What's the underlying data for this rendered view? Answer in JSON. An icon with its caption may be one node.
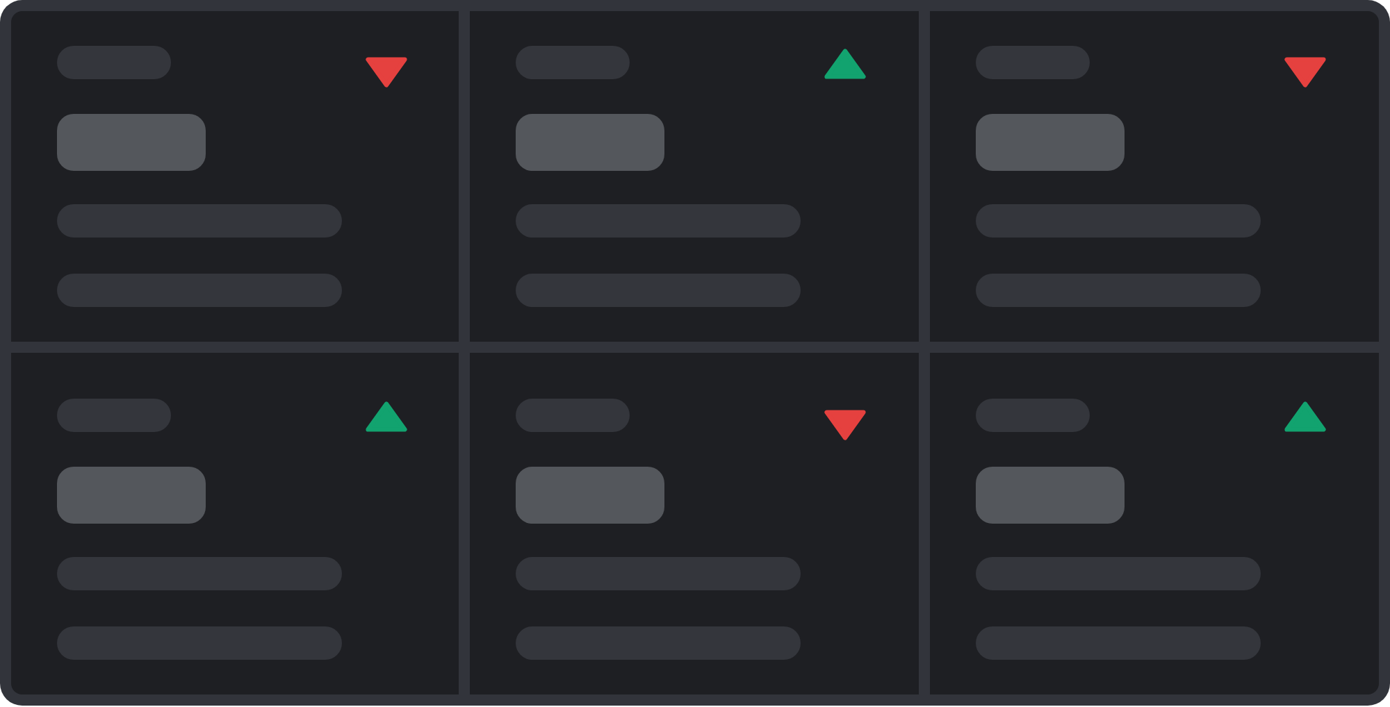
{
  "diagram": {
    "nodes": [
      {
        "text": [],
        "shape": "box"
      },
      {
        "text": [],
        "shape": "bar",
        "in": 0
      },
      {
        "text": [],
        "shape": "box",
        "in": 0
      },
      {
        "text": [],
        "shape": "bar",
        "in": 0
      },
      {
        "text": [],
        "shape": "bar",
        "in": 0
      },
      {
        "text": [],
        "shape": "box"
      },
      {
        "text": [],
        "shape": "bar",
        "in": 5
      },
      {
        "text": [],
        "shape": "box",
        "in": 5
      },
      {
        "text": [],
        "shape": "bar",
        "in": 5
      },
      {
        "text": [],
        "shape": "bar",
        "in": 5
      },
      {
        "text": [],
        "shape": "box"
      },
      {
        "text": [],
        "shape": "bar",
        "in": 10
      },
      {
        "text": [],
        "shape": "box",
        "in": 10
      },
      {
        "text": [],
        "shape": "bar",
        "in": 10
      },
      {
        "text": [],
        "shape": "bar",
        "in": 10
      },
      {
        "text": [],
        "shape": "box"
      },
      {
        "text": [],
        "shape": "bar",
        "in": 15
      },
      {
        "text": [],
        "shape": "box",
        "in": 15
      },
      {
        "text": [],
        "shape": "bar",
        "in": 15
      },
      {
        "text": [],
        "shape": "bar",
        "in": 15
      },
      {
        "text": [],
        "shape": "box"
      },
      {
        "text": [],
        "shape": "bar",
        "in": 20
      },
      {
        "text": [],
        "shape": "box",
        "in": 20
      },
      {
        "text": [],
        "shape": "bar",
        "in": 20
      },
      {
        "text": [],
        "shape": "bar",
        "in": 20
      },
      {
        "text": [],
        "shape": "box"
      },
      {
        "text": [],
        "shape": "bar",
        "in": 25
      },
      {
        "text": [],
        "shape": "box",
        "in": 25
      },
      {
        "text": [],
        "shape": "bar",
        "in": 25
      },
      {
        "text": [],
        "shape": "bar",
        "in": 25
      }
    ]
  }
}
